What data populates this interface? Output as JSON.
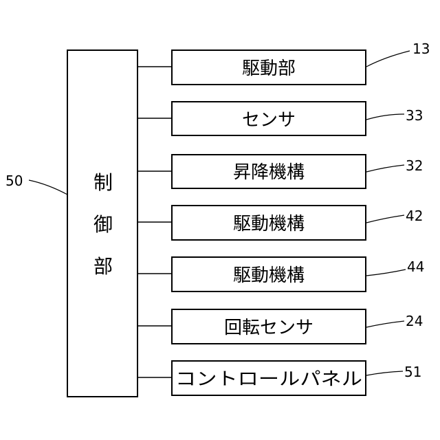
{
  "controller": {
    "label_chars": [
      "制",
      "御",
      "部"
    ],
    "ref": "50"
  },
  "modules": [
    {
      "label": "駆動部",
      "ref": "13"
    },
    {
      "label": "センサ",
      "ref": "33"
    },
    {
      "label": "昇降機構",
      "ref": "32"
    },
    {
      "label": "駆動機構",
      "ref": "42"
    },
    {
      "label": "駆動機構",
      "ref": "44"
    },
    {
      "label": "回転センサ",
      "ref": "24"
    },
    {
      "label": "コントロールパネル",
      "ref": "51"
    }
  ]
}
